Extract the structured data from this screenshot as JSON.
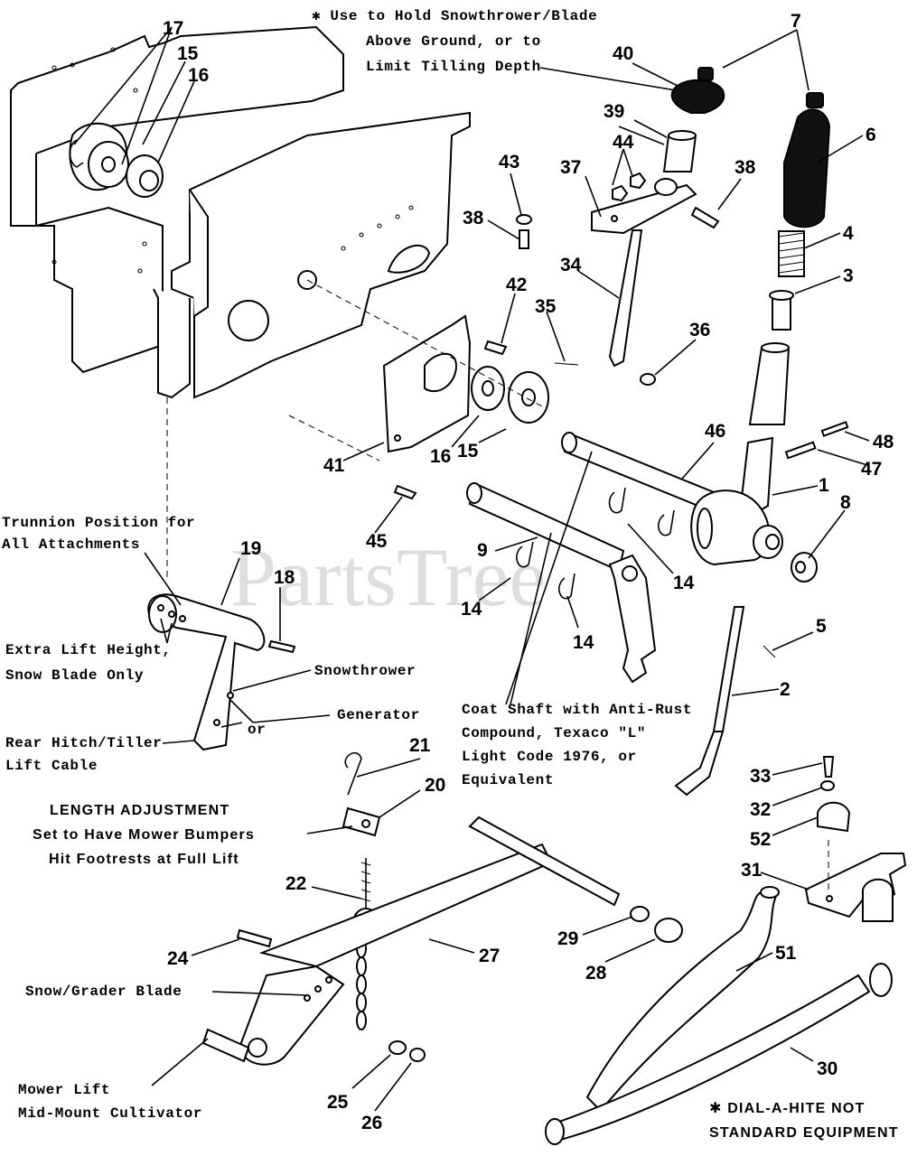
{
  "watermark": "PartsTree",
  "notes": {
    "asterisk_note": [
      "✱ Use to Hold Snowthrower/Blade",
      "Above Ground, or to",
      "Limit Tilling Depth"
    ],
    "trunnion": [
      "Trunnion Position for",
      "All Attachments"
    ],
    "extra_lift": [
      "Extra Lift Height,",
      "Snow Blade Only"
    ],
    "snowthrower": "Snowthrower",
    "generator": "Generator",
    "or": "or",
    "rear_hitch": [
      "Rear Hitch/Tiller",
      "Lift Cable"
    ],
    "coat_shaft": [
      "Coat Shaft with Anti-Rust",
      "Compound, Texaco \"L\"",
      "Light Code 1976, or",
      "Equivalent"
    ],
    "length_adjustment": [
      "LENGTH ADJUSTMENT",
      "Set to Have Mower Bumpers",
      "Hit Footrests at Full Lift"
    ],
    "snow_grader": "Snow/Grader Blade",
    "mower_lift": [
      "Mower Lift",
      "Mid-Mount Cultivator"
    ],
    "dial_a_hite": [
      "✱ DIAL-A-HITE NOT",
      "STANDARD EQUIPMENT"
    ]
  },
  "callouts": {
    "n1": "1",
    "n2": "2",
    "n3": "3",
    "n4": "4",
    "n5": "5",
    "n6": "6",
    "n7": "7",
    "n8": "8",
    "n9": "9",
    "n14a": "14",
    "n14b": "14",
    "n14c": "14",
    "n15a": "15",
    "n15b": "15",
    "n16a": "16",
    "n16b": "16",
    "n17": "17",
    "n18": "18",
    "n19": "19",
    "n20": "20",
    "n21": "21",
    "n22": "22",
    "n24": "24",
    "n25": "25",
    "n26": "26",
    "n27": "27",
    "n28": "28",
    "n29": "29",
    "n30": "30",
    "n31": "31",
    "n32": "32",
    "n33": "33",
    "n34": "34",
    "n35": "35",
    "n36": "36",
    "n37": "37",
    "n38a": "38",
    "n38b": "38",
    "n39": "39",
    "n40": "40",
    "n41": "41",
    "n42": "42",
    "n43": "43",
    "n44": "44",
    "n45": "45",
    "n46": "46",
    "n47": "47",
    "n48": "48",
    "n51": "51",
    "n52": "52"
  }
}
